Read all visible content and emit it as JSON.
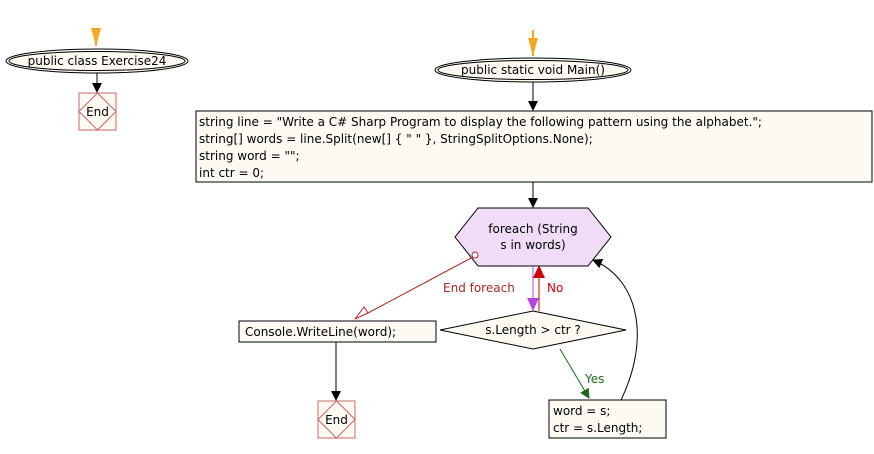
{
  "class_node": {
    "label": "public class Exercise24"
  },
  "class_end": {
    "label": "End"
  },
  "main_node": {
    "label": "public static void Main()"
  },
  "init_block": {
    "lines": [
      "string line = \"Write a C# Sharp Program to display the following pattern using the alphabet.\";",
      "string[] words = line.Split(new[] { \" \" }, StringSplitOptions.None);",
      "string word = \"\";",
      "int ctr = 0;"
    ]
  },
  "loop_node": {
    "lines": [
      "foreach (String",
      "s in words)"
    ]
  },
  "decision_node": {
    "label": "s.Length > ctr ?"
  },
  "edges": {
    "end_foreach": "End foreach",
    "no": "No",
    "yes": "Yes"
  },
  "update_block": {
    "lines": [
      "word = s;",
      "ctr = s.Length;"
    ]
  },
  "output_block": {
    "label": "Console.WriteLine(word);"
  },
  "main_end": {
    "label": "End"
  },
  "colors": {
    "start_arrow": "#f5a623",
    "end_foreach_edge": "#a52a2a",
    "no_edge": "#cc0000",
    "yes_edge": "#1a6b1a",
    "loop_fill": "#f0dcf6",
    "box_fill": "#fdfaf3",
    "end_border": "#c96868",
    "down_arrow": "#b044e0"
  }
}
